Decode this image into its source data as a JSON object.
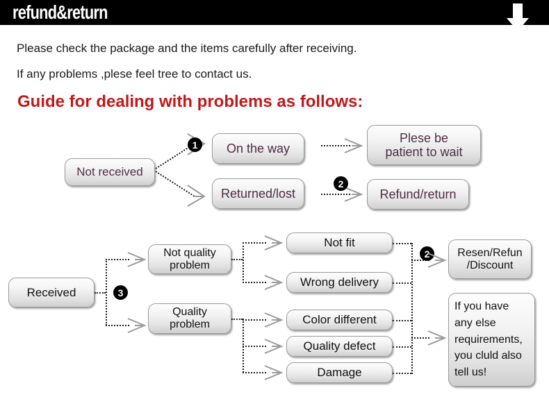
{
  "header": {
    "title": "refund&return",
    "arrow_icon": "arrow-down-icon"
  },
  "intro": {
    "line1": "Please check the package and the items carefully after receiving.",
    "line2": "If any problems ,plese feel tree to contact us.",
    "heading": "Guide for dealing with problems as follows:"
  },
  "colors": {
    "header_bg": "#000000",
    "heading_red": "#c1191b",
    "node_text_purple": "#4c2d44",
    "node_text_dark": "#101010",
    "connector": "#1d1d1d"
  },
  "chart_data": {
    "type": "diagram",
    "title": "Guide for dealing with problems as follows:",
    "flows": [
      {
        "name": "not-received-flow",
        "nodes": [
          {
            "id": "not-received",
            "label": "Not received"
          },
          {
            "id": "on-the-way",
            "label": "On the way"
          },
          {
            "id": "returned-lost",
            "label": "Returned/lost"
          },
          {
            "id": "please-wait",
            "label": "Plese be\npatient to wait"
          },
          {
            "id": "refund-return",
            "label": "Refund/return"
          }
        ],
        "edges": [
          {
            "from": "not-received",
            "to": "on-the-way",
            "badge": "1"
          },
          {
            "from": "not-received",
            "to": "returned-lost",
            "badge": ""
          },
          {
            "from": "on-the-way",
            "to": "please-wait",
            "badge": ""
          },
          {
            "from": "returned-lost",
            "to": "refund-return",
            "badge": "2"
          }
        ]
      },
      {
        "name": "received-flow",
        "nodes": [
          {
            "id": "received",
            "label": "Received"
          },
          {
            "id": "not-quality-problem",
            "label": "Not quality\nproblem"
          },
          {
            "id": "quality-problem",
            "label": "Quality\nproblem"
          },
          {
            "id": "not-fit",
            "label": "Not fit"
          },
          {
            "id": "wrong-delivery",
            "label": "Wrong delivery"
          },
          {
            "id": "color-different",
            "label": "Color different"
          },
          {
            "id": "quality-defect",
            "label": "Quality defect"
          },
          {
            "id": "damage",
            "label": "Damage"
          },
          {
            "id": "resend-refund-discount",
            "label": "Resen/Refun\n/Discount"
          },
          {
            "id": "extra-requirements",
            "label": "If you have\nany else\nrequirements,\nyou cluld also\ntell us!"
          }
        ],
        "edges": [
          {
            "from": "received",
            "to": "not-quality-problem",
            "badge": "3"
          },
          {
            "from": "received",
            "to": "quality-problem",
            "badge": ""
          },
          {
            "from": "not-quality-problem",
            "to": "not-fit",
            "badge": ""
          },
          {
            "from": "not-quality-problem",
            "to": "wrong-delivery",
            "badge": ""
          },
          {
            "from": "quality-problem",
            "to": "color-different",
            "badge": ""
          },
          {
            "from": "quality-problem",
            "to": "quality-defect",
            "badge": ""
          },
          {
            "from": "quality-problem",
            "to": "damage",
            "badge": ""
          },
          {
            "from": "not-fit",
            "to": "resend-refund-discount",
            "badge": "2"
          },
          {
            "from": "damage",
            "to": "extra-requirements",
            "badge": ""
          }
        ]
      }
    ]
  },
  "badges": {
    "one": "1",
    "two": "2",
    "three": "3",
    "two_b": "2"
  }
}
